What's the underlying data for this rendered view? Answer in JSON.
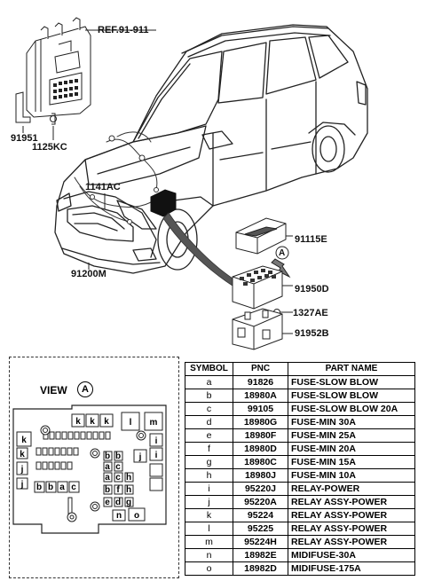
{
  "callouts": {
    "ref": "REF.91-911",
    "c91951": "91951",
    "c1125kc": "1125KC",
    "c1141ac": "1141AC",
    "c91200m": "91200M",
    "c91115e": "91115E",
    "c91950d": "91950D",
    "c1327ae": "1327AE",
    "c91952b": "91952B",
    "view_marker": "A"
  },
  "view": {
    "title": "VIEW",
    "letter": "A",
    "cell_labels": [
      "k",
      "k",
      "k",
      "l",
      "m",
      "k",
      "k",
      "j",
      "j",
      "j",
      "i",
      "i",
      "b",
      "b",
      "a",
      "c",
      "a",
      "c",
      "h",
      "b",
      "f",
      "h",
      "e",
      "d",
      "g",
      "n",
      "o"
    ]
  },
  "table": {
    "headers": [
      "SYMBOL",
      "PNC",
      "PART NAME"
    ],
    "rows": [
      [
        "a",
        "91826",
        "FUSE-SLOW BLOW"
      ],
      [
        "b",
        "18980A",
        "FUSE-SLOW BLOW"
      ],
      [
        "c",
        "99105",
        "FUSE-SLOW BLOW 20A"
      ],
      [
        "d",
        "18980G",
        "FUSE-MIN 30A"
      ],
      [
        "e",
        "18980F",
        "FUSE-MIN 25A"
      ],
      [
        "f",
        "18980D",
        "FUSE-MIN 20A"
      ],
      [
        "g",
        "18980C",
        "FUSE-MIN 15A"
      ],
      [
        "h",
        "18980J",
        "FUSE-MIN 10A"
      ],
      [
        "i",
        "95220J",
        "RELAY-POWER"
      ],
      [
        "j",
        "95220A",
        "RELAY ASSY-POWER"
      ],
      [
        "k",
        "95224",
        "RELAY ASSY-POWER"
      ],
      [
        "l",
        "95225",
        "RELAY ASSY-POWER"
      ],
      [
        "m",
        "95224H",
        "RELAY ASSY-POWER"
      ],
      [
        "n",
        "18982E",
        "MIDIFUSE-30A"
      ],
      [
        "o",
        "18982D",
        "MIDIFUSE-175A"
      ]
    ]
  }
}
